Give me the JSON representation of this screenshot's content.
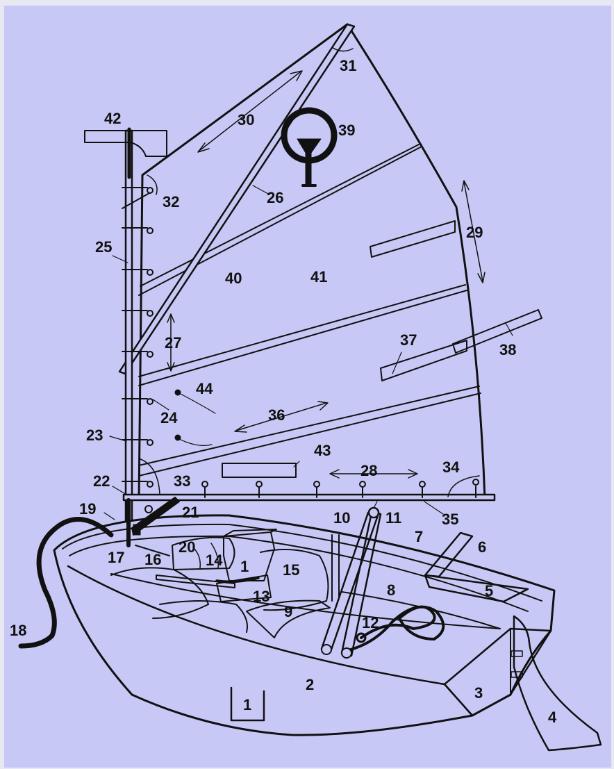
{
  "diagram": {
    "colors": {
      "background": "#c8c8f6",
      "ink": "#111111",
      "frame": "#e8e8f2"
    },
    "parts": {
      "p1": "1",
      "p1b": "1",
      "p2": "2",
      "p3": "3",
      "p4": "4",
      "p5": "5",
      "p6": "6",
      "p7": "7",
      "p8": "8",
      "p9": "9",
      "p10": "10",
      "p11": "11",
      "p12": "12",
      "p13": "13",
      "p14": "14",
      "p15": "15",
      "p16": "16",
      "p17": "17",
      "p18": "18",
      "p19": "19",
      "p20": "20",
      "p21": "21",
      "p22": "22",
      "p23": "23",
      "p24": "24",
      "p25": "25",
      "p26": "26",
      "p27": "27",
      "p28": "28",
      "p29": "29",
      "p30": "30",
      "p31": "31",
      "p32": "32",
      "p33": "33",
      "p34": "34",
      "p35": "35",
      "p36": "36",
      "p37": "37",
      "p38": "38",
      "p39": "39",
      "p40": "40",
      "p41": "41",
      "p42": "42",
      "p43": "43",
      "p44": "44"
    }
  }
}
